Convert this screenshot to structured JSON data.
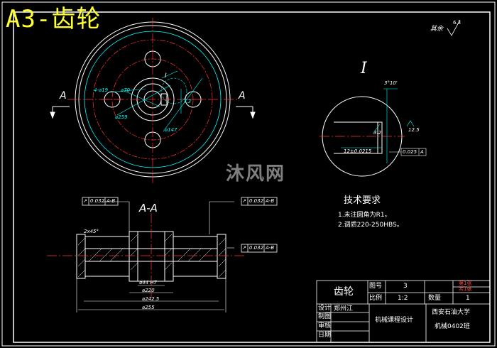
{
  "sheet_title": "A3-齿轮",
  "watermark": "沐风网",
  "surface_note": {
    "label": "其余",
    "value": "6.3"
  },
  "section_marks": {
    "left": "A",
    "right": "A",
    "section_view": "A-A",
    "detail": "I"
  },
  "front_view_dims": [
    "4-⌀19",
    "⌀70",
    "⌀259",
    "⌀147",
    "I",
    "7.3"
  ],
  "section_dims": [
    "2x45°",
    "⌀44 H7",
    "⌀220",
    "⌀242.5",
    "⌀255"
  ],
  "tolerance_frames": [
    {
      "symbol": "↗",
      "value": "0.032",
      "datum": "A-B"
    },
    {
      "symbol": "↗",
      "value": "0.032",
      "datum": "A-B"
    },
    {
      "symbol": "↗",
      "value": "0.032",
      "datum": "A-B"
    }
  ],
  "detail_dims": [
    "3°10'",
    "3.2",
    "12.5",
    "12±0.0215",
    "0.025",
    "A"
  ],
  "tech_requirements": {
    "title": "技术要求",
    "items": [
      "1.未注圆角为R1。",
      "2.调质220-250HBS。"
    ]
  },
  "title_block": {
    "part_name": "齿轮",
    "drawing_no_label": "图号",
    "drawing_no": "3",
    "sheet_info": [
      "第1张",
      "共1张"
    ],
    "scale_label": "比例",
    "scale": "1:2",
    "qty_label": "数量",
    "qty": "1",
    "rows": [
      "设计",
      "制图",
      "审核",
      "日期"
    ],
    "designer": "郑州江",
    "course": "机械课程设计",
    "school": "西安石油大学",
    "class": "机械0402班"
  },
  "colors": {
    "line": "#ffffff",
    "center": "#ff3333",
    "dim": "#00ffff",
    "title": "#ffff33"
  }
}
